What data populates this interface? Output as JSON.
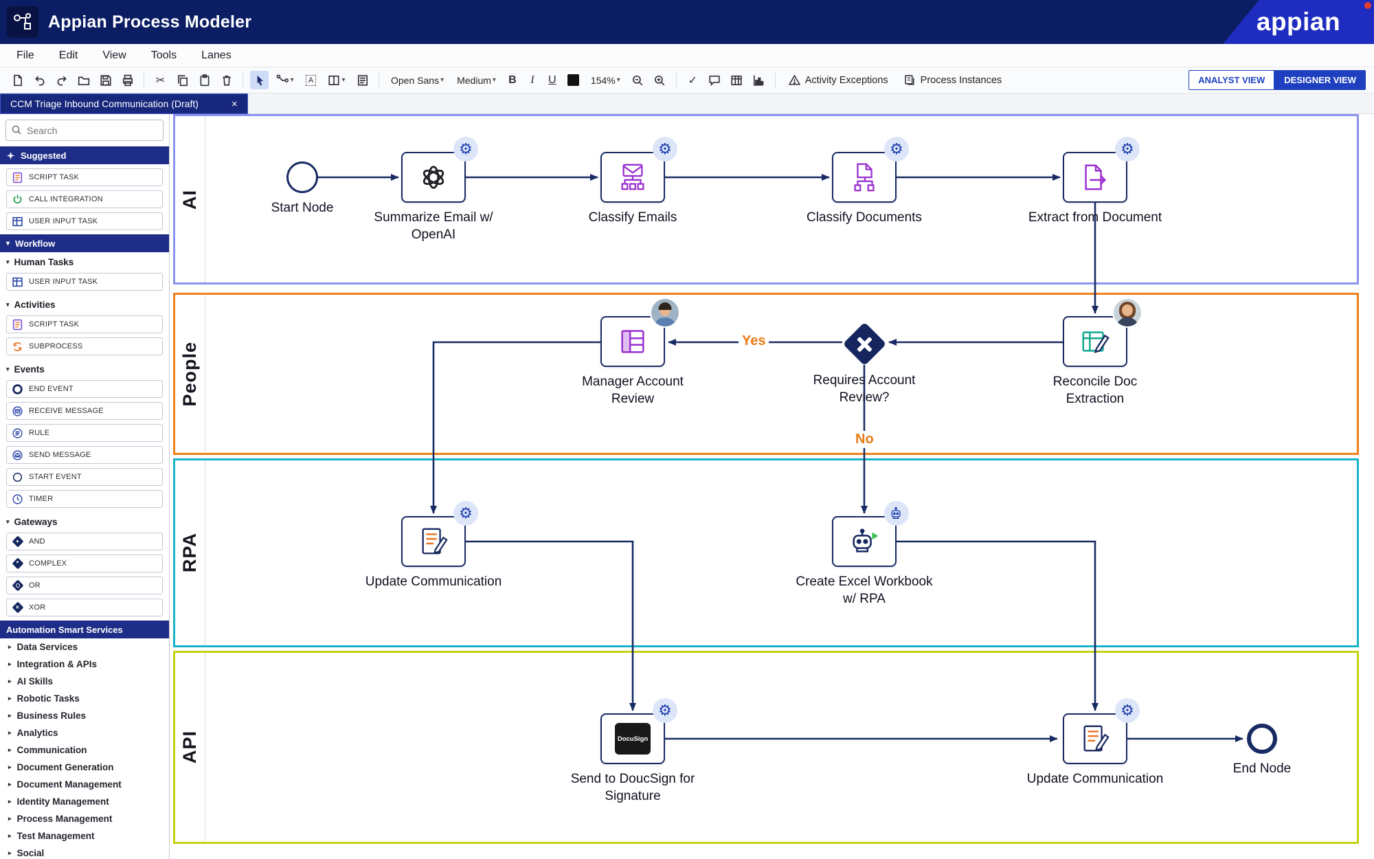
{
  "header": {
    "app_title": "Appian Process Modeler",
    "brand": "appian"
  },
  "menu": {
    "items": [
      {
        "label": "File"
      },
      {
        "label": "Edit"
      },
      {
        "label": "View"
      },
      {
        "label": "Tools"
      },
      {
        "label": "Lanes"
      }
    ]
  },
  "toolbar": {
    "font_name": "Open Sans",
    "font_size": "Medium",
    "zoom_level": "154%",
    "bold_label": "B",
    "italic_label": "I",
    "underline_label": "U",
    "activity_exceptions_label": "Activity Exceptions",
    "process_instances_label": "Process Instances",
    "analyst_view_label": "ANALYST VIEW",
    "designer_view_label": "DESIGNER VIEW"
  },
  "tab": {
    "title": "CCM Triage Inbound Communication (Draft)",
    "close_label": "×"
  },
  "sidebar": {
    "search_placeholder": "Search",
    "suggested_header": "Suggested",
    "suggested_items": [
      {
        "label": "SCRIPT TASK"
      },
      {
        "label": "CALL INTEGRATION"
      },
      {
        "label": "USER INPUT TASK"
      }
    ],
    "workflow_header": "Workflow",
    "groups": [
      {
        "title": "Human Tasks",
        "items": [
          {
            "label": "USER INPUT TASK"
          }
        ]
      },
      {
        "title": "Activities",
        "items": [
          {
            "label": "SCRIPT TASK"
          },
          {
            "label": "SUBPROCESS"
          }
        ]
      },
      {
        "title": "Events",
        "items": [
          {
            "label": "END EVENT"
          },
          {
            "label": "RECEIVE MESSAGE"
          },
          {
            "label": "RULE"
          },
          {
            "label": "SEND MESSAGE"
          },
          {
            "label": "START EVENT"
          },
          {
            "label": "TIMER"
          }
        ]
      },
      {
        "title": "Gateways",
        "items": [
          {
            "label": "AND"
          },
          {
            "label": "COMPLEX"
          },
          {
            "label": "OR"
          },
          {
            "label": "XOR"
          }
        ]
      }
    ],
    "automation_header": "Automation Smart Services",
    "automation_items": [
      {
        "label": "Data Services"
      },
      {
        "label": "Integration & APIs"
      },
      {
        "label": "AI Skills"
      },
      {
        "label": "Robotic Tasks"
      },
      {
        "label": "Business Rules"
      },
      {
        "label": "Analytics"
      },
      {
        "label": "Communication"
      },
      {
        "label": "Document Generation"
      },
      {
        "label": "Document Management"
      },
      {
        "label": "Identity Management"
      },
      {
        "label": "Process Management"
      },
      {
        "label": "Test Management"
      },
      {
        "label": "Social"
      }
    ]
  },
  "canvas": {
    "lanes": [
      {
        "label": "AI",
        "color": "#8a93f0"
      },
      {
        "label": "People",
        "color": "#f08019"
      },
      {
        "label": "RPA",
        "color": "#17b4c9"
      },
      {
        "label": "API",
        "color": "#c3d117"
      }
    ],
    "nodes": {
      "start": {
        "label": "Start Node"
      },
      "summarize_email": {
        "label": "Summarize Email w/ OpenAI"
      },
      "classify_emails": {
        "label": "Classify Emails"
      },
      "classify_documents": {
        "label": "Classify Documents"
      },
      "extract_from_document": {
        "label": "Extract from Document"
      },
      "manager_account_review": {
        "label": "Manager Account Review"
      },
      "requires_account_review": {
        "label": "Requires Account Review?"
      },
      "reconcile_doc_extraction": {
        "label": "Reconcile Doc Extraction"
      },
      "update_communication_rpa": {
        "label": "Update Communication"
      },
      "create_excel_workbook": {
        "label": "Create Excel Workbook w/ RPA"
      },
      "send_to_docusign": {
        "label": "Send to DoucSign for Signature",
        "logo_text": "DocuSign"
      },
      "update_communication_api": {
        "label": "Update Communication"
      },
      "end": {
        "label": "End Node"
      }
    },
    "edge_labels": {
      "yes": "Yes",
      "no": "No"
    },
    "colors": {
      "connector": "#182a63",
      "gateway_fill": "#15265e",
      "edge_label": "#e87a12"
    }
  }
}
